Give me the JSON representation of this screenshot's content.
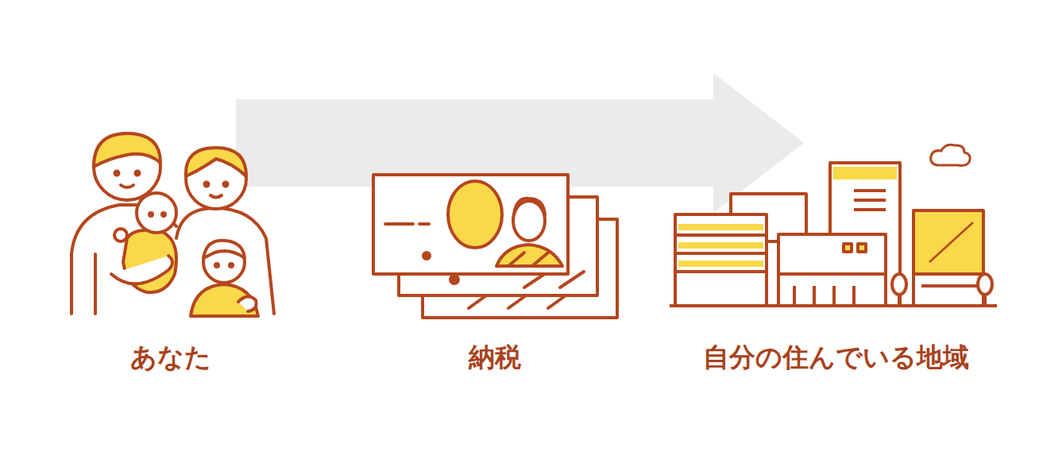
{
  "diagram": {
    "labels": [
      "あなた",
      "納税",
      "自分の住んでいる地域"
    ]
  }
}
